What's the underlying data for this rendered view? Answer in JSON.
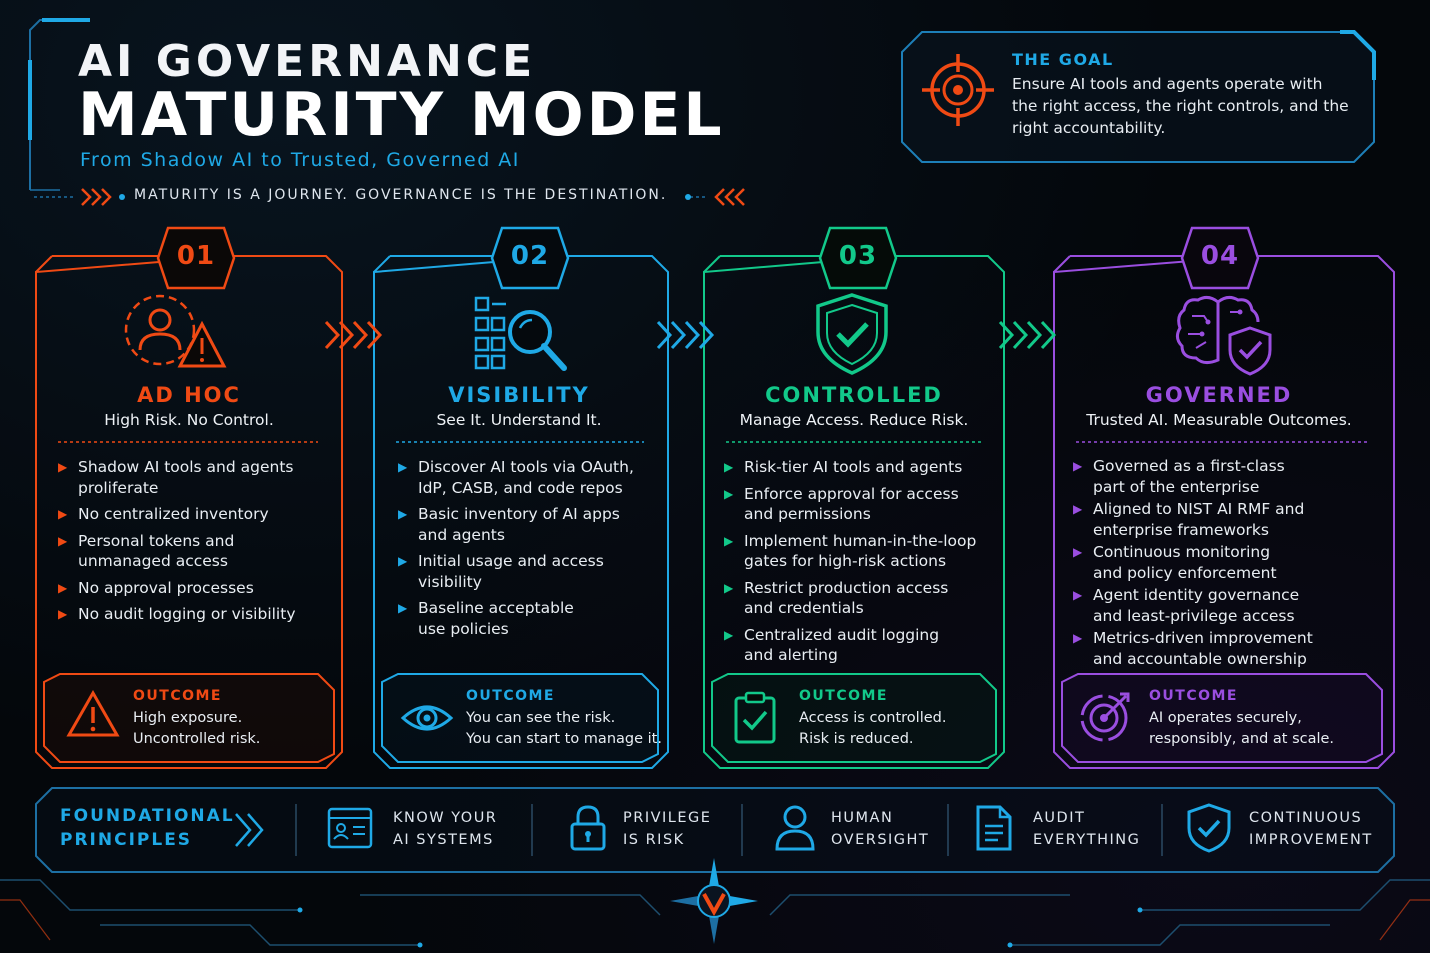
{
  "header": {
    "title_line1": "AI GOVERNANCE",
    "title_line2": "MATURITY MODEL",
    "subtitle": "From Shadow AI to Trusted, Governed AI",
    "tagline": "MATURITY IS A JOURNEY. GOVERNANCE IS THE DESTINATION."
  },
  "goal": {
    "title": "THE GOAL",
    "text": "Ensure AI tools and agents operate with the right access, the right controls, and the right accountability."
  },
  "colors": {
    "stage1": "#f04a14",
    "stage2": "#1fa9e6",
    "stage3": "#12c98a",
    "stage4": "#9a4ee0",
    "accent_blue": "#1fa9e6"
  },
  "stages": [
    {
      "number": "01",
      "title": "AD HOC",
      "subtitle": "High Risk. No Control.",
      "icon": "user-warning-icon",
      "bullets": [
        "Shadow AI tools and agents proliferate",
        "No centralized inventory",
        "Personal tokens and unmanaged access",
        "No approval processes",
        "No audit logging or visibility"
      ],
      "outcome_title": "OUTCOME",
      "outcome_icon": "warning-icon",
      "outcome_line1": "High exposure.",
      "outcome_line2": "Uncontrolled risk."
    },
    {
      "number": "02",
      "title": "VISIBILITY",
      "subtitle": "See It. Understand It.",
      "icon": "inventory-search-icon",
      "bullets": [
        "Discover AI tools via OAuth, IdP, CASB, and code repos",
        "Basic inventory of AI apps and agents",
        "Initial usage and access visibility",
        "Baseline acceptable use policies"
      ],
      "outcome_title": "OUTCOME",
      "outcome_icon": "eye-icon",
      "outcome_line1": "You can see the risk.",
      "outcome_line2": "You can start to manage it."
    },
    {
      "number": "03",
      "title": "CONTROLLED",
      "subtitle": "Manage Access. Reduce Risk.",
      "icon": "shield-check-icon",
      "bullets": [
        "Risk-tier AI tools and agents",
        "Enforce approval for access and permissions",
        "Implement human-in-the-loop gates for high-risk actions",
        "Restrict production access and credentials",
        "Centralized audit logging and alerting"
      ],
      "outcome_title": "OUTCOME",
      "outcome_icon": "clipboard-check-icon",
      "outcome_line1": "Access is controlled.",
      "outcome_line2": "Risk is reduced."
    },
    {
      "number": "04",
      "title": "GOVERNED",
      "subtitle": "Trusted AI. Measurable Outcomes.",
      "icon": "brain-shield-icon",
      "bullets": [
        "Governed as a first-class part of the enterprise",
        "Aligned to NIST AI RMF and enterprise frameworks",
        "Continuous monitoring and policy enforcement",
        "Agent identity governance and least-privilege access",
        "Metrics-driven improvement and accountable ownership"
      ],
      "outcome_title": "OUTCOME",
      "outcome_icon": "target-icon",
      "outcome_line1": "AI operates securely,",
      "outcome_line2": "responsibly, and at scale."
    }
  ],
  "principles": {
    "title_line1": "FOUNDATIONAL",
    "title_line2": "PRINCIPLES",
    "items": [
      {
        "icon": "id-card-icon",
        "line1": "KNOW YOUR",
        "line2": "AI SYSTEMS"
      },
      {
        "icon": "lock-icon",
        "line1": "PRIVILEGE",
        "line2": "IS RISK"
      },
      {
        "icon": "person-icon",
        "line1": "HUMAN",
        "line2": "OVERSIGHT"
      },
      {
        "icon": "document-icon",
        "line1": "AUDIT",
        "line2": "EVERYTHING"
      },
      {
        "icon": "shield-check-icon",
        "line1": "CONTINUOUS",
        "line2": "IMPROVEMENT"
      }
    ]
  }
}
